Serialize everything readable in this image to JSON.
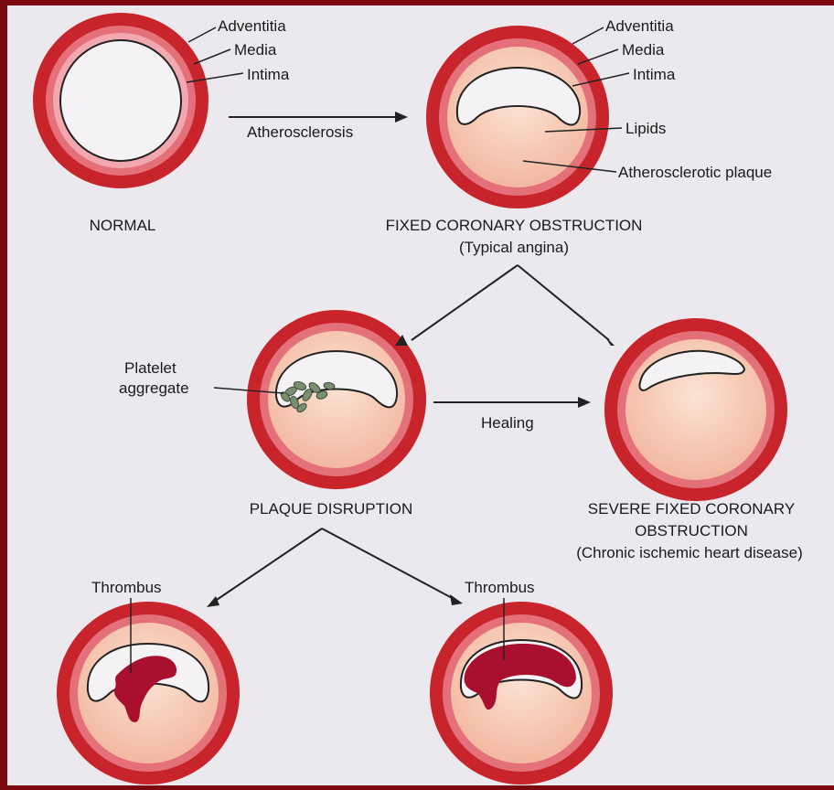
{
  "labels": {
    "adventitia": "Adventitia",
    "media": "Media",
    "intima": "Intima",
    "lipids": "Lipids",
    "plaque": "Atherosclerotic plaque",
    "platelet_line1": "Platelet",
    "platelet_line2": "aggregate",
    "thrombus": "Thrombus"
  },
  "arrows": {
    "atherosclerosis": "Atherosclerosis",
    "healing": "Healing"
  },
  "captions": {
    "normal": "NORMAL",
    "fixed_title": "FIXED CORONARY OBSTRUCTION",
    "fixed_sub": "(Typical angina)",
    "disruption": "PLAQUE DISRUPTION",
    "severe_line1": "SEVERE FIXED CORONARY",
    "severe_line2": "OBSTRUCTION",
    "severe_sub": "(Chronic ischemic heart disease)"
  },
  "colors": {
    "background_border": "#7a0a10",
    "panel": "#ece9ee",
    "adventitia": "#c8242c",
    "media": "#e4707a",
    "intima": "#f2a8ae",
    "plaque": "#f7c8b4",
    "thrombus": "#a8102e",
    "platelet": "#7a8f70"
  }
}
